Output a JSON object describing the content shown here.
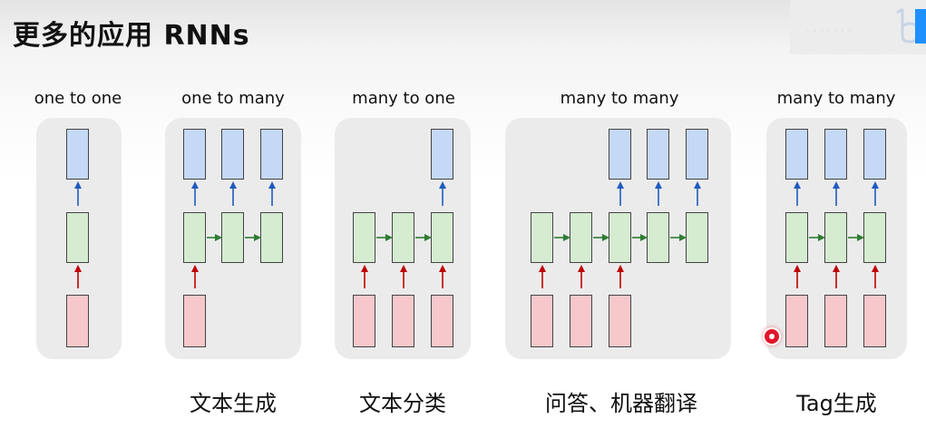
{
  "header": {
    "title": "更多的应用 RNNs"
  },
  "panels": [
    {
      "title": "one to one",
      "caption": ""
    },
    {
      "title": "one to many",
      "caption": "文本生成"
    },
    {
      "title": "many to one",
      "caption": "文本分类"
    },
    {
      "title": "many to many",
      "caption": "问答、机器翻译"
    },
    {
      "title": "many to many",
      "caption": "Tag生成"
    }
  ],
  "colors": {
    "output": "#c5d8f6",
    "hidden": "#d5ecd1",
    "input": "#f6c8cb",
    "arrow_up_input": "#c00000",
    "arrow_up_output": "#1f5bbf",
    "arrow_recurrent": "#2e7d32",
    "panel_bg": "#ebebeb"
  }
}
